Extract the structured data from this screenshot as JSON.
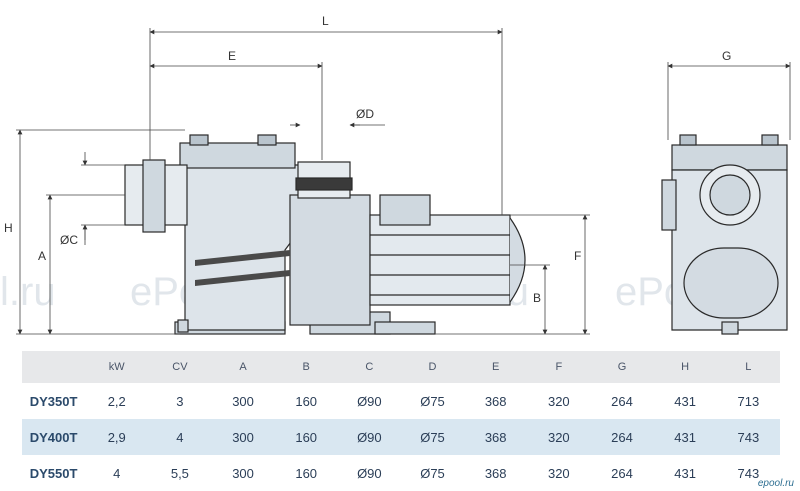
{
  "dimension_labels": {
    "L": "L",
    "E": "E",
    "G": "G",
    "D": "ØD",
    "H": "H",
    "A": "A",
    "C": "ØC",
    "F": "F",
    "B": "B"
  },
  "watermarks": [
    "l.ru",
    "ePool.ru",
    "ePool.ru",
    "ePool.ru"
  ],
  "table": {
    "headers": [
      "",
      "kW",
      "CV",
      "A",
      "B",
      "C",
      "D",
      "E",
      "F",
      "G",
      "H",
      "L"
    ],
    "rows": [
      [
        "DY350T",
        "2,2",
        "3",
        "300",
        "160",
        "Ø90",
        "Ø75",
        "368",
        "320",
        "264",
        "431",
        "713"
      ],
      [
        "DY400T",
        "2,9",
        "4",
        "300",
        "160",
        "Ø90",
        "Ø75",
        "368",
        "320",
        "264",
        "431",
        "743"
      ],
      [
        "DY550T",
        "4",
        "5,5",
        "300",
        "160",
        "Ø90",
        "Ø75",
        "368",
        "320",
        "264",
        "431",
        "743"
      ]
    ]
  },
  "brand": "epool.ru",
  "colors": {
    "body": "#dde4ea",
    "line": "#2a2a2a",
    "row_alt": "#d9e7f1",
    "header_bg": "#e7e8ea"
  }
}
